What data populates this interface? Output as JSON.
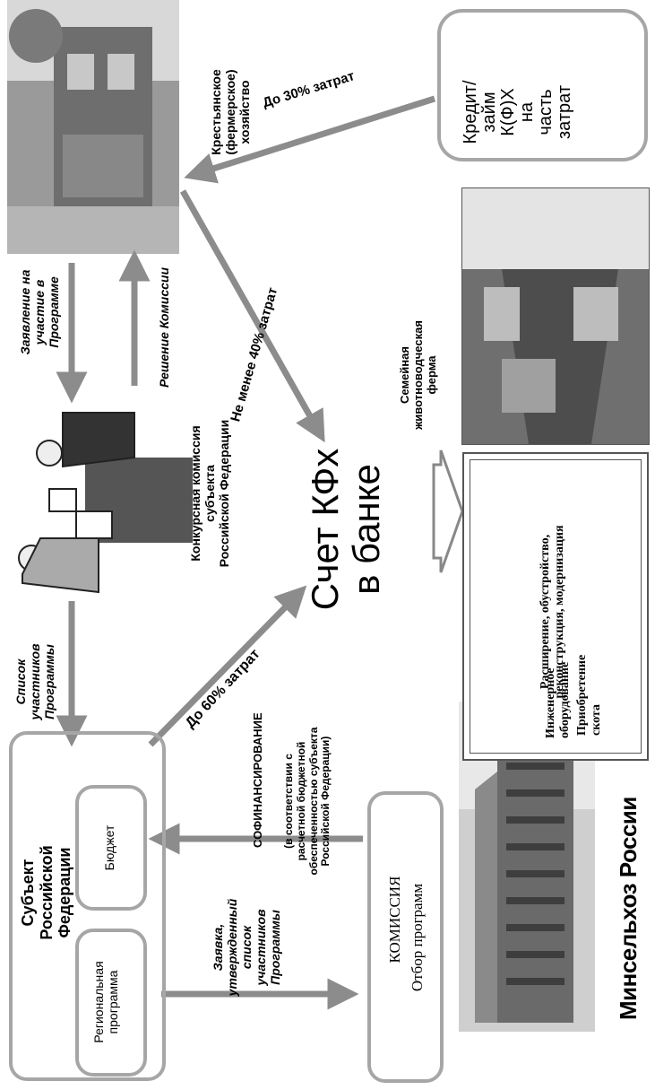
{
  "farm_household": {
    "label": "Крестьянское\n(фермерское)\nхозяйство"
  },
  "credit_box": {
    "label": "Кредит/\nзайм\nК(Ф)Х\nна\nчасть\nзатрат"
  },
  "up_to_30": {
    "label": "До 30% затрат"
  },
  "application": {
    "label": "Заявление на\nучастие в\nПрограмме"
  },
  "commission_decision": {
    "label": "Решение Комиссии"
  },
  "not_less_40": {
    "label": "Не менее 40% затрат"
  },
  "family_farm": {
    "label": "Семейная\nживотноводческая\nферма"
  },
  "competition_commission": {
    "label": "Конкурсная комиссия\nсубъекта\nРоссийской Федерации"
  },
  "bank_account": {
    "label": "Счет КФх\nв банке"
  },
  "uses": {
    "items": [
      "Расширение, обустройство,\nреконструкция, модернизация",
      "Инженерное\nоборудование",
      "Приобретение\nскота"
    ]
  },
  "participants_list": {
    "label": "Список\nучастников\nПрограммы"
  },
  "up_to_60": {
    "label": "До 60% затрат"
  },
  "cofinancing": {
    "title": "СОФИНАНСИРОВАНИЕ",
    "text": "(в соответствии с\nрасчетной бюджетной\nобеспеченностью субъекта\nРоссийской Федерации)"
  },
  "subject": {
    "title": "Субъект\nРоссийской Федерации",
    "budget": "Бюджет",
    "regional_program": "Региональная\nпрограмма"
  },
  "request": {
    "label": "Заявка,\nутвержденный\nсписок\nучастников\nПрограммы"
  },
  "commission": {
    "title": "КОМИССИЯ",
    "subtitle": "Отбор программ"
  },
  "ministry": {
    "label": "Минсельхоз России"
  },
  "colors": {
    "arrow": "#8c8c8c",
    "box_border": "#a6a6a6",
    "text": "#000000"
  }
}
